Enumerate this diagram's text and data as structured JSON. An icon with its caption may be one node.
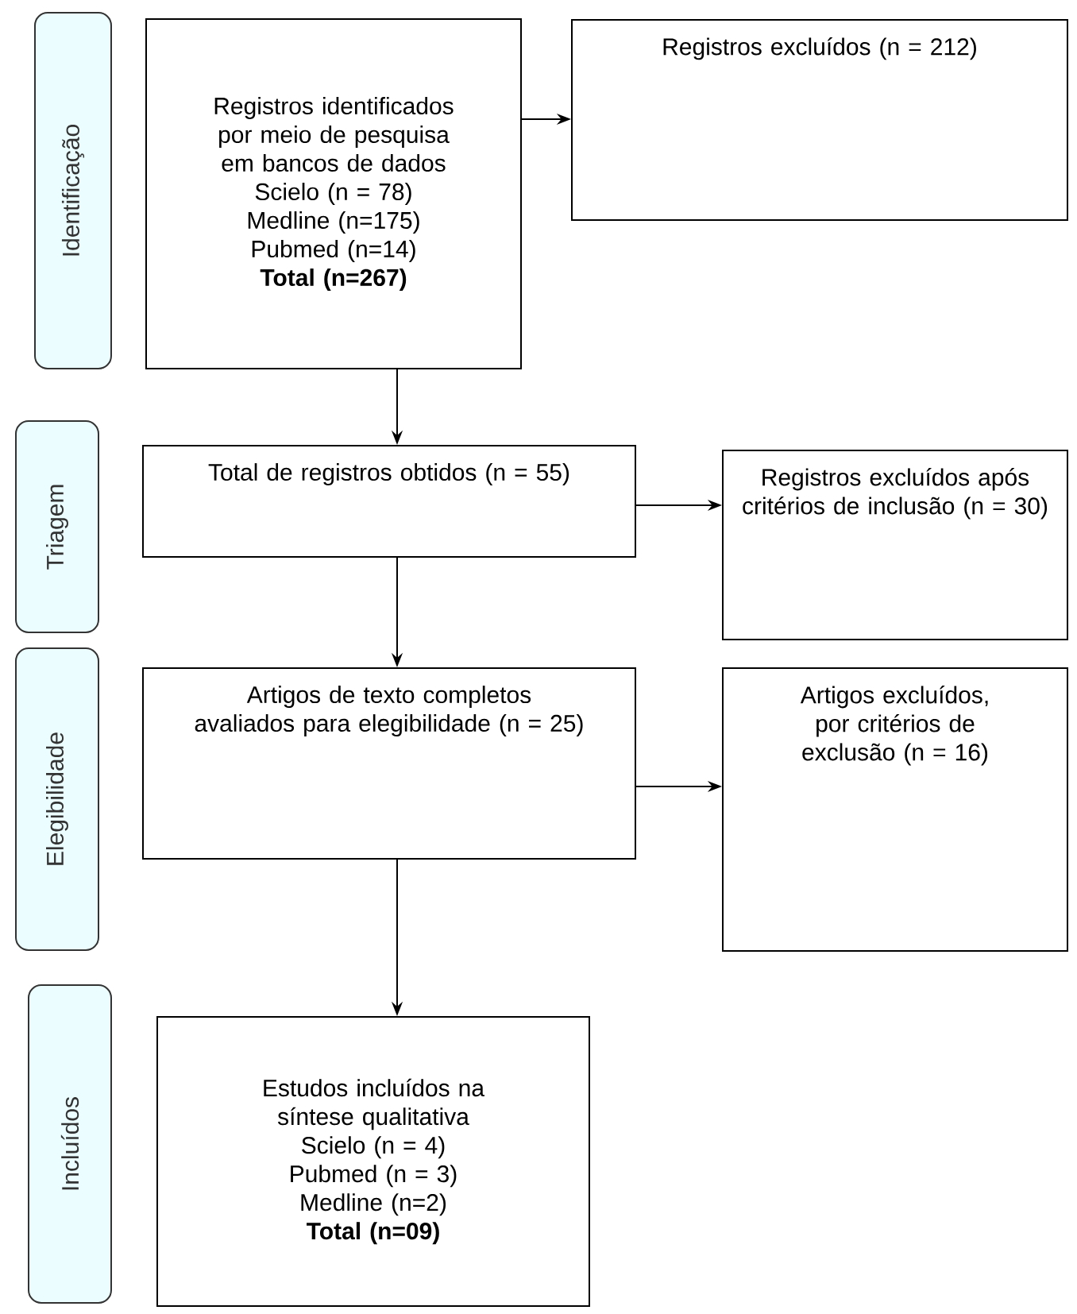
{
  "diagram": {
    "nodes": [
      {
        "text": [
          "Identificação"
        ]
      },
      {
        "text": [
          "Registros identificados por meio de pesquisa em bancos de dados",
          "Scielo (n = 78)",
          "Medline (n=175)",
          "Pubmed (n=14)",
          "Total (n=267)"
        ]
      },
      {
        "text": [
          "Registros excluídos (n = 212)"
        ]
      },
      {
        "text": [
          "Triagem"
        ]
      },
      {
        "text": [
          "Total de registros obtidos (n = 55)"
        ]
      },
      {
        "text": [
          "Registros excluídos após critérios de inclusão (n = 30)"
        ]
      },
      {
        "text": [
          "Elegibilidade"
        ]
      },
      {
        "text": [
          "Artigos de texto completos avaliados para elegibilidade (n = 25)"
        ]
      },
      {
        "text": [
          "Artigos excluídos, por critérios de exclusão (n = 16)"
        ]
      },
      {
        "text": [
          "Incluídos"
        ]
      },
      {
        "text": [
          "Estudos incluídos na síntese qualitativa",
          "Scielo (n = 4)",
          "Pubmed (n = 3)",
          "Medline (n=2)",
          "Total (n=09)"
        ]
      }
    ],
    "edges": [
      {
        "from": 1,
        "to": 2,
        "arrow": "to"
      },
      {
        "from": 1,
        "to": 4,
        "arrow": "to"
      },
      {
        "from": 4,
        "to": 5,
        "arrow": "to"
      },
      {
        "from": 4,
        "to": 7,
        "arrow": "to"
      },
      {
        "from": 7,
        "to": 8,
        "arrow": "to"
      },
      {
        "from": 7,
        "to": 10,
        "arrow": "to"
      }
    ]
  }
}
